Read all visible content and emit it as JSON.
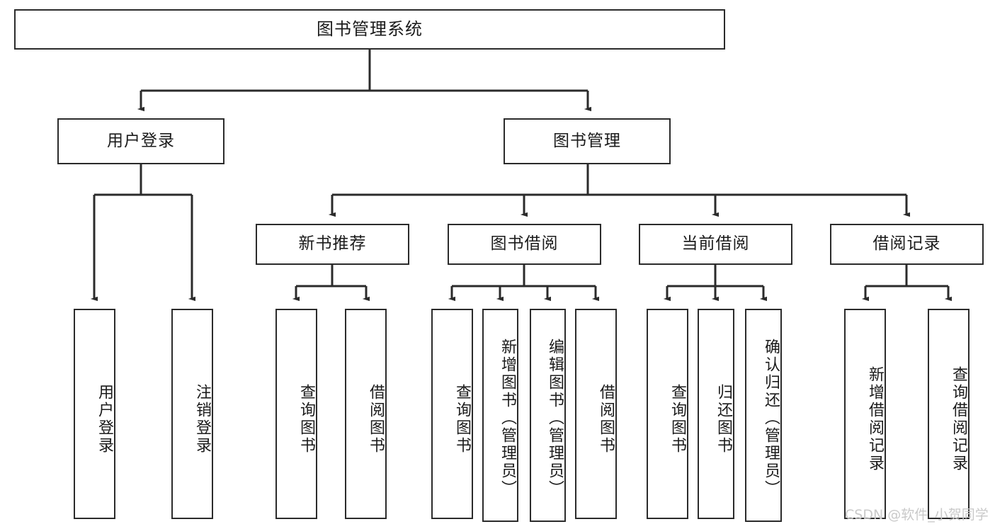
{
  "diagram": {
    "title": "图书管理系统",
    "type": "tree",
    "root": {
      "id": "root",
      "label": "图书管理系统",
      "orientation": "horizontal"
    },
    "level2": [
      {
        "id": "user-login",
        "label": "用户登录",
        "orientation": "horizontal"
      },
      {
        "id": "book-management",
        "label": "图书管理",
        "orientation": "horizontal"
      }
    ],
    "level3": [
      {
        "id": "new-book-recommend",
        "label": "新书推荐",
        "orientation": "horizontal",
        "parent": "book-management"
      },
      {
        "id": "book-borrow",
        "label": "图书借阅",
        "orientation": "horizontal",
        "parent": "book-management"
      },
      {
        "id": "current-borrow",
        "label": "当前借阅",
        "orientation": "horizontal",
        "parent": "book-management"
      },
      {
        "id": "borrow-record",
        "label": "借阅记录",
        "orientation": "horizontal",
        "parent": "book-management"
      }
    ],
    "leaves": [
      {
        "id": "leaf-user-login",
        "label": "用户登录",
        "parent": "user-login",
        "orientation": "vertical"
      },
      {
        "id": "leaf-user-logout",
        "label": "注销登录",
        "parent": "user-login",
        "orientation": "vertical"
      },
      {
        "id": "leaf-query-book-1",
        "label": "查询图书",
        "parent": "new-book-recommend",
        "orientation": "vertical"
      },
      {
        "id": "leaf-borrow-book-1",
        "label": "借阅图书",
        "parent": "new-book-recommend",
        "orientation": "vertical"
      },
      {
        "id": "leaf-query-book-2",
        "label": "查询图书",
        "parent": "book-borrow",
        "orientation": "vertical"
      },
      {
        "id": "leaf-add-book",
        "label": "新增图书（管理员）",
        "parent": "book-borrow",
        "orientation": "vertical"
      },
      {
        "id": "leaf-edit-book",
        "label": "编辑图书（管理员）",
        "parent": "book-borrow",
        "orientation": "vertical"
      },
      {
        "id": "leaf-borrow-book-2",
        "label": "借阅图书",
        "parent": "book-borrow",
        "orientation": "vertical"
      },
      {
        "id": "leaf-query-book-3",
        "label": "查询图书",
        "parent": "current-borrow",
        "orientation": "vertical"
      },
      {
        "id": "leaf-return-book",
        "label": "归还图书",
        "parent": "current-borrow",
        "orientation": "vertical"
      },
      {
        "id": "leaf-confirm-return",
        "label": "确认归还（管理员）",
        "parent": "current-borrow",
        "orientation": "vertical"
      },
      {
        "id": "leaf-add-record",
        "label": "新增借阅记录",
        "parent": "borrow-record",
        "orientation": "vertical"
      },
      {
        "id": "leaf-query-record",
        "label": "查询借阅记录",
        "parent": "borrow-record",
        "orientation": "vertical"
      }
    ],
    "watermark": "CSDN @软件_小贺同学",
    "colors": {
      "box_border": "#2b2b2b",
      "box_fill": "#ffffff",
      "connector": "#2b2b2b",
      "text": "#1b1b1b",
      "watermark": "#c9c9c9",
      "background": "#ffffff"
    }
  }
}
